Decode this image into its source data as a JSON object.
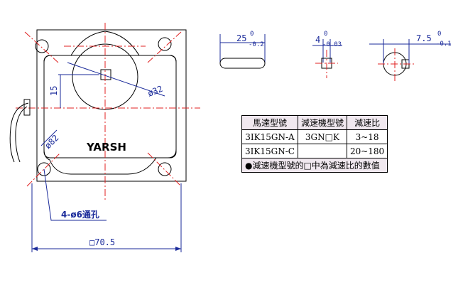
{
  "drawing": {
    "brand": "YARSH",
    "shaft_diameter": "ø32",
    "offset_dim": "15",
    "hole_pattern": "ø82",
    "holes_callout": "4-ø6通孔",
    "body_size": "□70.5"
  },
  "keys": [
    {
      "main": "25",
      "upper": "0",
      "lower": "-0.2"
    },
    {
      "main": "4",
      "upper": "0",
      "lower": "-0.03"
    },
    {
      "main": "7.5",
      "upper": "0",
      "lower": "-0.1"
    }
  ],
  "table": {
    "headers": [
      "馬達型號",
      "減速機型號",
      "減速比"
    ],
    "rows": [
      [
        "3IK15GN-A",
        "3GN□K",
        "3~18"
      ],
      [
        "3IK15GN-C",
        "",
        "20~180"
      ]
    ],
    "note": "●減速機型號的□中為減速比的數值"
  }
}
